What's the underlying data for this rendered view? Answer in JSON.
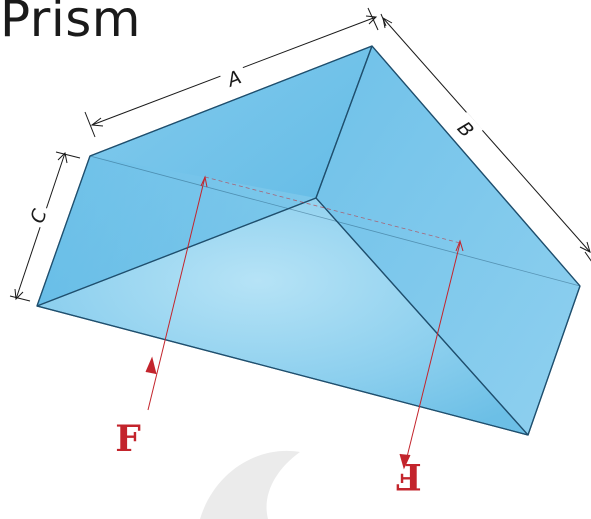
{
  "title": "Prism",
  "dimensions": {
    "a": "A",
    "b": "B",
    "c": "C"
  },
  "forces": {
    "left": "F",
    "right": "F"
  },
  "colors": {
    "face_light": "#a8dcf3",
    "face_mid": "#79c6eb",
    "face_dark": "#4fb1df",
    "edge": "#1f4f6e",
    "force": "#c3242c",
    "dimension": "#1a1a1a",
    "watermark": "#ebebeb"
  }
}
